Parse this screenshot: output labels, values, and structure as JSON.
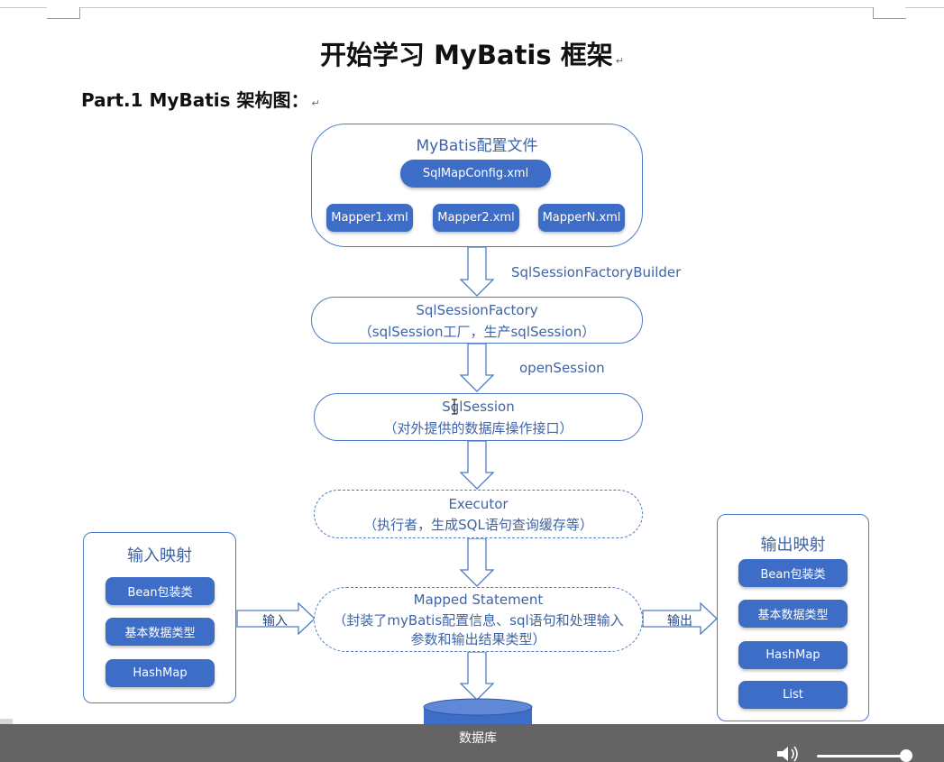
{
  "document": {
    "title": "开始学习 MyBatis 框架",
    "subtitle": "Part.1 MyBatis 架构图："
  },
  "diagram": {
    "config": {
      "title": "MyBatis配置文件",
      "main_file": "SqlMapConfig.xml",
      "mappers": [
        "Mapper1.xml",
        "Mapper2.xml",
        "MapperN.xml"
      ]
    },
    "arrow1_label": "SqlSessionFactoryBuilder",
    "factory": {
      "line1": "SqlSessionFactory",
      "line2": "（sqlSession工厂，生产sqlSession）"
    },
    "arrow2_label": "openSession",
    "session": {
      "line1": "SqlSession",
      "line2": "（对外提供的数据库操作接口）"
    },
    "executor": {
      "line1": "Executor",
      "line2": "（执行者，生成SQL语句查询缓存等）"
    },
    "mapped": {
      "line1": "Mapped Statement",
      "line2": "（封装了myBatis配置信息、sql语句和处理输入",
      "line3": "参数和输出结果类型）"
    },
    "input": {
      "title": "输入映射",
      "items": [
        "Bean包装类",
        "基本数据类型",
        "HashMap"
      ],
      "arrow_label": "输入"
    },
    "output": {
      "title": "输出映射",
      "items": [
        "Bean包装类",
        "基本数据类型",
        "HashMap",
        "List"
      ],
      "arrow_label": "输出"
    },
    "database": "数据库"
  }
}
